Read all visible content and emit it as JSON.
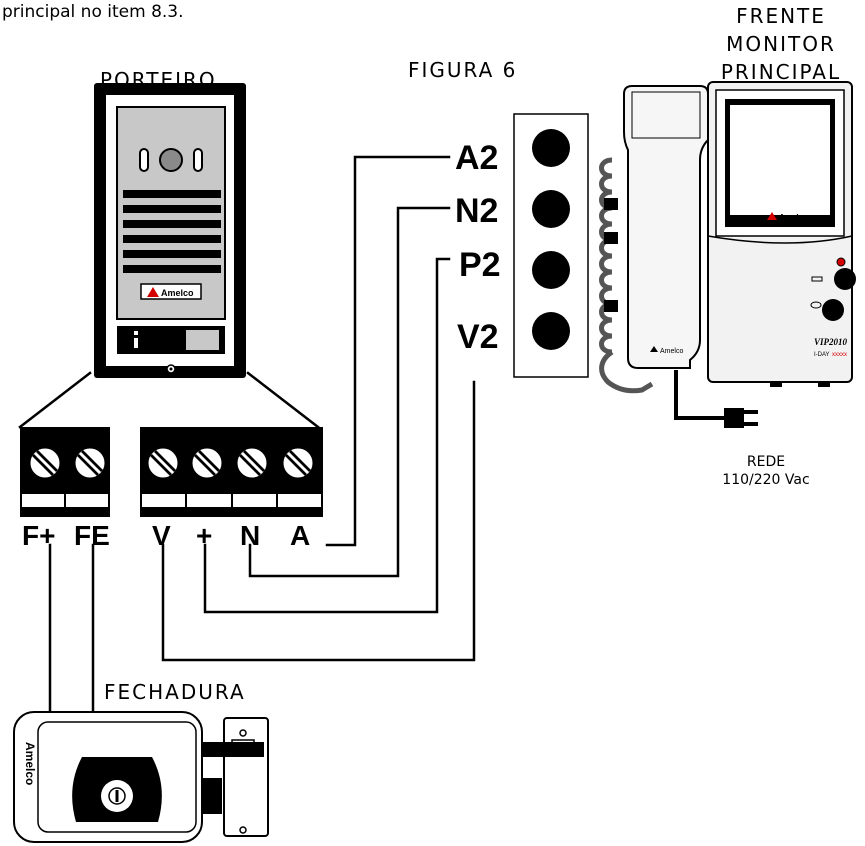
{
  "top_text": "principal no item 8.3.",
  "labels": {
    "porteiro": "PORTEIRO",
    "figura": "FIGURA 6",
    "frente_line1": "FRENTE",
    "frente_line2": "MONITOR",
    "frente_line3": "PRINCIPAL",
    "rede_line1": "REDE",
    "rede_line2": "110/220 Vac",
    "fechadura": "FECHADURA"
  },
  "monitor_terminals": [
    "A2",
    "N2",
    "P2",
    "V2"
  ],
  "door_terminals_left": [
    "F+",
    "FE"
  ],
  "door_terminals_right": [
    "V",
    "+",
    "N",
    "A"
  ],
  "brand": "Amelco",
  "monitor_model": "VIP2010",
  "monitor_model_sub": "I-DAY",
  "monitor_model_tag": "xxxxx",
  "colors": {
    "brand_red": "#d40000",
    "line": "#000000",
    "panel_gray": "#c8c8c8",
    "monitor_gray": "#f2f2f2"
  }
}
